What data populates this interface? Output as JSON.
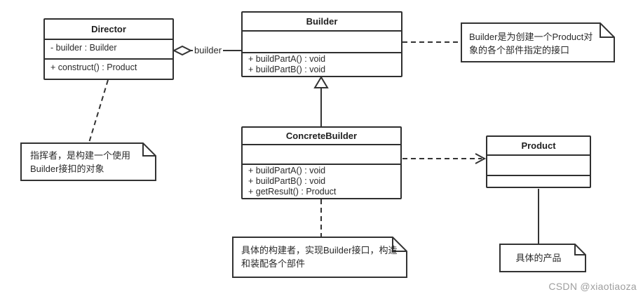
{
  "diagram": {
    "classes": {
      "director": {
        "title": "Director",
        "attributes": [
          "- builder : Builder"
        ],
        "methods": [
          "+ construct() : Product"
        ]
      },
      "builder": {
        "title": "Builder",
        "attributes": [],
        "methods": [
          "+ buildPartA() : void",
          "+ buildPartB() : void"
        ]
      },
      "concrete_builder": {
        "title": "ConcreteBuilder",
        "attributes": [],
        "methods": [
          "+ buildPartA() : void",
          "+ buildPartB() : void",
          "+ getResult() : Product"
        ]
      },
      "product": {
        "title": "Product",
        "attributes": [],
        "methods": []
      }
    },
    "notes": {
      "builder_note": {
        "lines": [
          "Builder是为创建一个Product对",
          "象的各个部件指定的接口"
        ]
      },
      "director_note": {
        "lines": [
          "指挥者，是构建一个使用",
          "Builder接扣的对象"
        ]
      },
      "concrete_builder_note": {
        "lines": [
          "具体的构建者，实现Builder接口，构造",
          "和装配各个部件"
        ]
      },
      "product_note": {
        "lines": [
          "具体的产品"
        ]
      }
    },
    "edges": {
      "director_builder_aggregation_label": "builder"
    },
    "colors": {
      "line": "#333333",
      "background": "#ffffff",
      "watermark": "#9e9e9e"
    }
  },
  "watermark": {
    "text": "CSDN @xiaotiaoza"
  }
}
